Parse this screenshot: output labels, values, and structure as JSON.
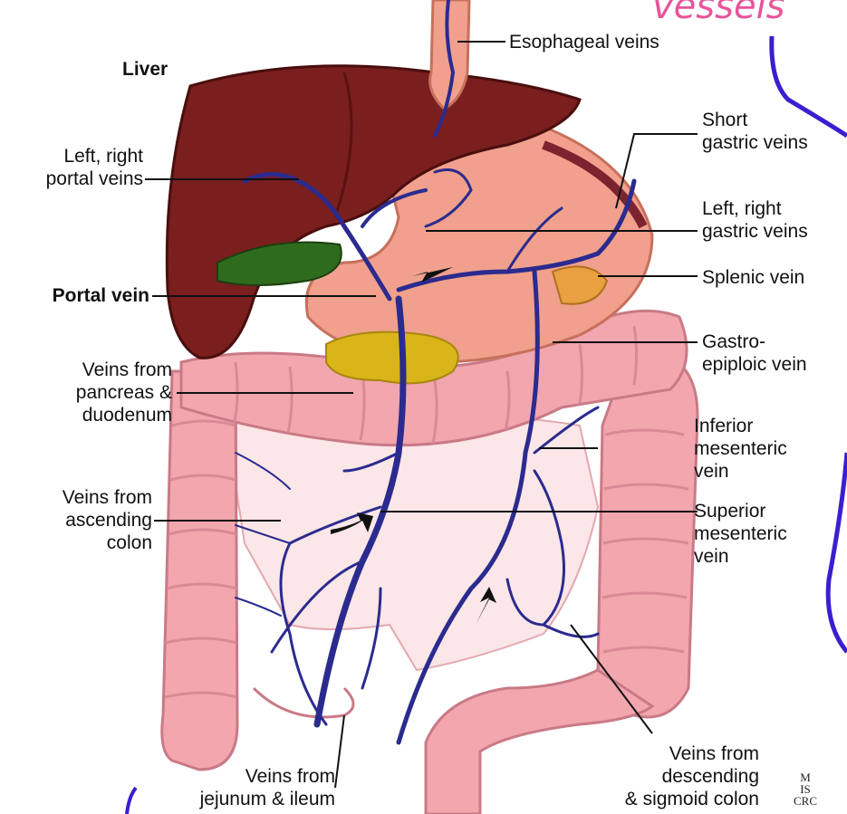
{
  "header": {
    "title_fragment": "vessels"
  },
  "labels": {
    "liver": "Liver",
    "left_right_portal_veins": "Left, right\nportal veins",
    "portal_vein": "Portal vein",
    "veins_pancreas_duodenum": "Veins from\npancreas &\nduodenum",
    "veins_ascending_colon": "Veins from\nascending\ncolon",
    "veins_jejunum_ileum": "Veins from\njejunum & ileum",
    "esophageal_veins": "Esophageal veins",
    "short_gastric_veins": "Short\ngastric veins",
    "left_right_gastric_veins": "Left, right\ngastric veins",
    "splenic_vein": "Splenic vein",
    "gastroepiploic_vein": "Gastro-\nepiploic vein",
    "inferior_mesenteric_vein": "Inferior\nmesenteric\nvein",
    "superior_mesenteric_vein": "Superior\nmesenteric\nvein",
    "veins_descending_sigmoid": "Veins from\ndescending\n& sigmoid colon"
  },
  "logo": {
    "text": "M\nIS\nCRC"
  },
  "colors": {
    "liver": "#7a1e1e",
    "gallbladder": "#2f6b1d",
    "stomach": "#f0a08c",
    "pancreas": "#d9b51a",
    "intestine": "#f2a6ae",
    "vein": "#2b2b8f",
    "annotation": "#e8549a",
    "marker": "#3a1fd0"
  }
}
